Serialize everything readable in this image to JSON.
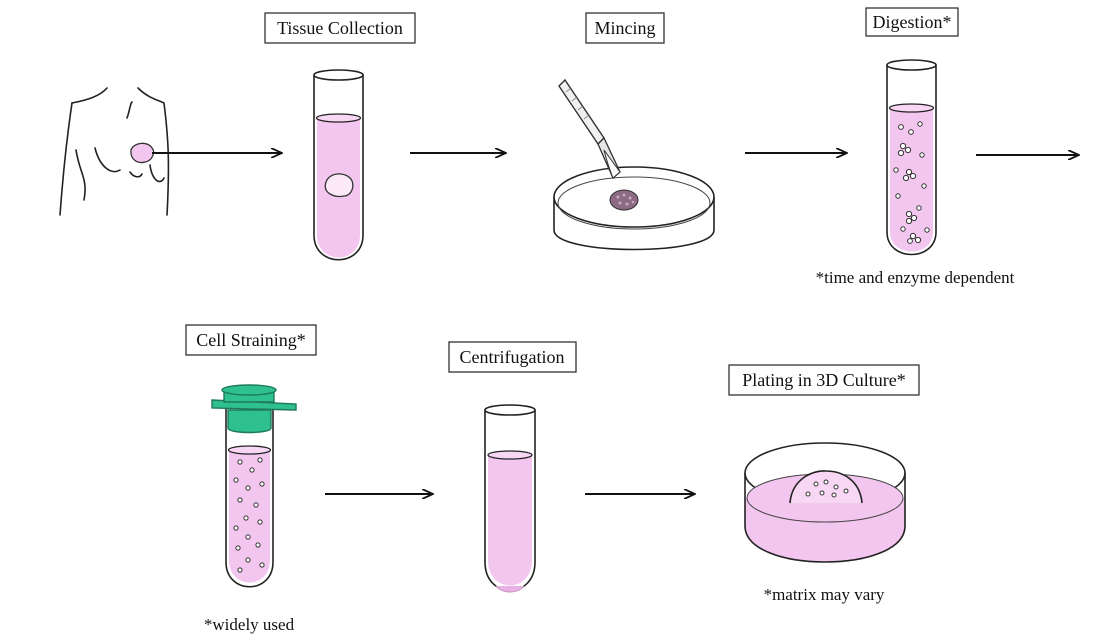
{
  "colors": {
    "liquid": "#f3c6ef",
    "liquid_dark": "#e9b1e3",
    "strainer": "#2ec08f",
    "strainer_dark": "#1f9a71",
    "tissue": "#8c6a84"
  },
  "steps": {
    "tissue_collection": {
      "label": "Tissue Collection"
    },
    "mincing": {
      "label": "Mincing"
    },
    "digestion": {
      "label": "Digestion*",
      "note": "*time and enzyme dependent"
    },
    "cell_straining": {
      "label": "Cell Straining*",
      "note": "*widely used"
    },
    "centrifugation": {
      "label": "Centrifugation"
    },
    "plating": {
      "label": "Plating in 3D Culture*",
      "note": "*matrix may vary"
    }
  },
  "icons": {
    "body": "torso-outline-icon",
    "tube": "test-tube-icon",
    "scalpel": "scalpel-icon",
    "dish": "petri-dish-icon",
    "strainer": "cell-strainer-icon"
  }
}
